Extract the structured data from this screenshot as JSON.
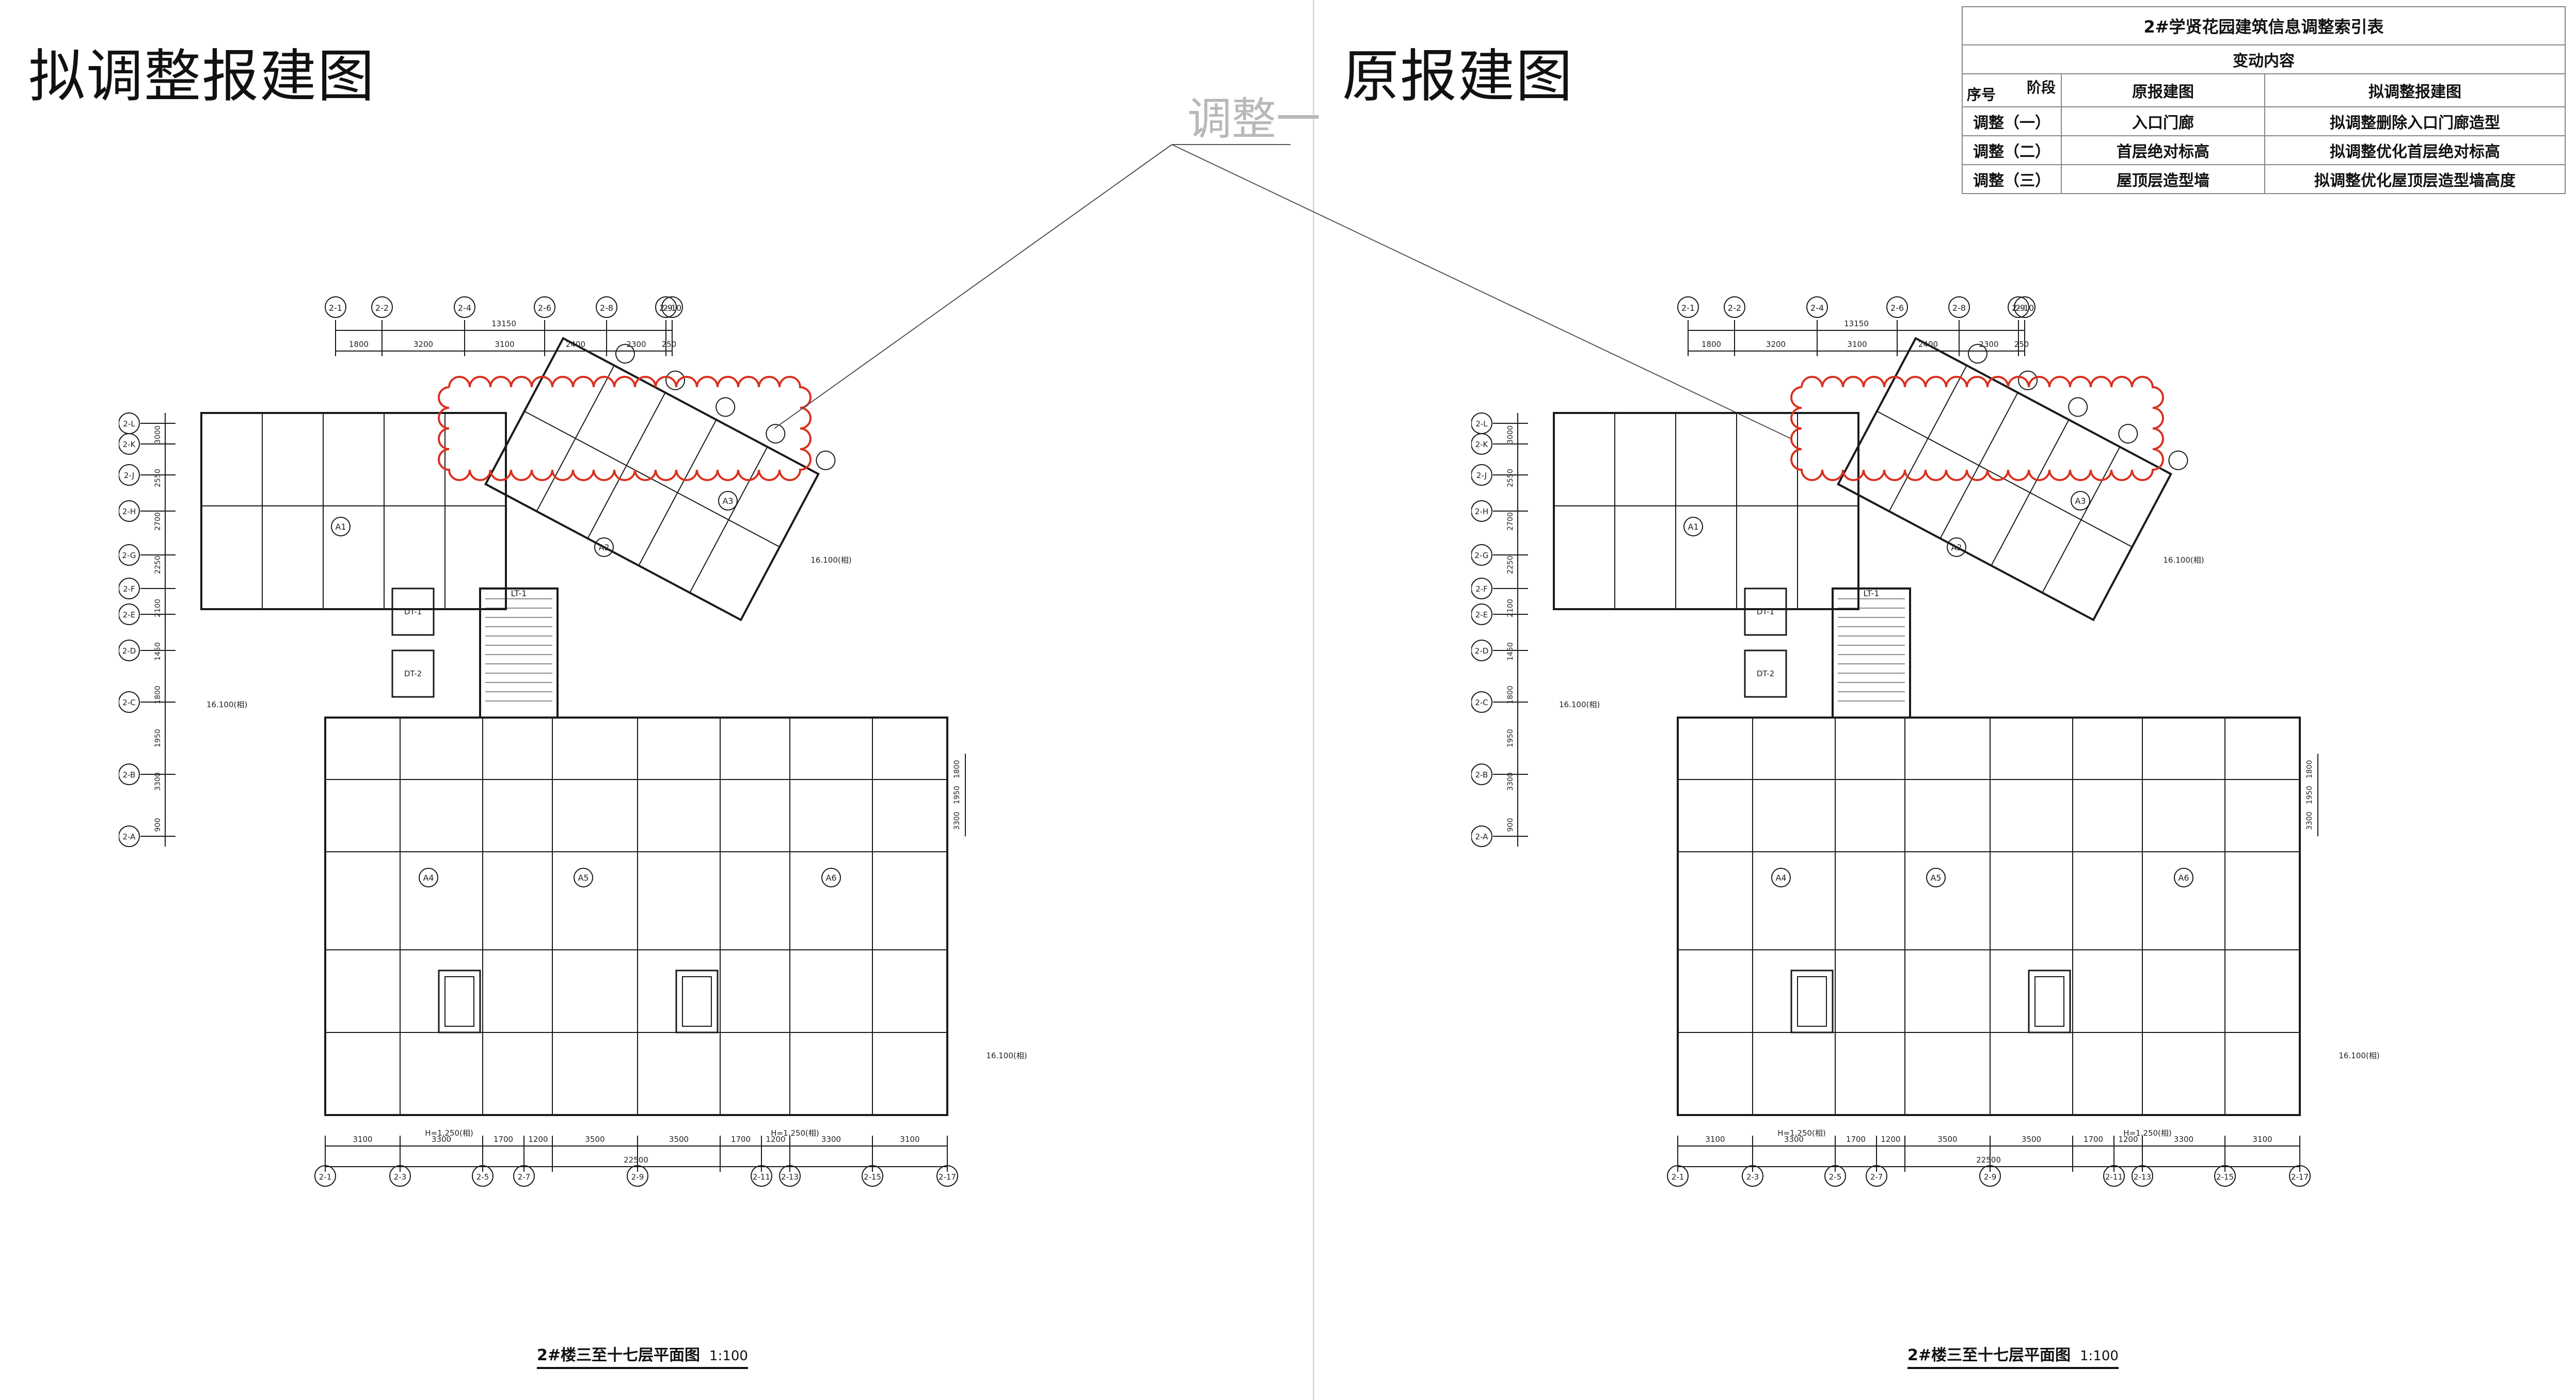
{
  "left_sheet": {
    "title": "拟调整报建图",
    "plan_title": "2#楼三至十七层平面图",
    "plan_scale": "1:100",
    "callout_label": "调整一"
  },
  "right_sheet": {
    "title": "原报建图",
    "plan_title": "2#楼三至十七层平面图",
    "plan_scale": "1:100"
  },
  "index_table": {
    "title": "2#学贤花园建筑信息调整索引表",
    "section": "变动内容",
    "header_phase": "阶段",
    "header_seq": "序号",
    "col_original": "原报建图",
    "col_proposed": "拟调整报建图",
    "rows": [
      {
        "seq": "调整（一）",
        "original": "入口门廊",
        "proposed": "拟调整删除入口门廊造型"
      },
      {
        "seq": "调整（二）",
        "original": "首层绝对标高",
        "proposed": "拟调整优化首层绝对标高"
      },
      {
        "seq": "调整（三）",
        "original": "屋顶层造型墙",
        "proposed": "拟调整优化屋顶层造型墙高度"
      }
    ]
  },
  "plan": {
    "top_dims": [
      "1800",
      "3200",
      "3100",
      "2400",
      "2300",
      "250"
    ],
    "top_total": "13150",
    "bottom_dims": [
      "3100",
      "3300",
      "1700",
      "1200",
      "3500",
      "3500",
      "1700",
      "1200",
      "3300",
      "3100"
    ],
    "bottom_total": "22500",
    "left_dims": [
      "3000",
      "2550",
      "2700",
      "2250",
      "2100",
      "1450",
      "1800",
      "1950",
      "3300",
      "900"
    ],
    "right_dims": [
      "1800",
      "1950",
      "3300"
    ],
    "axis_top": [
      "2-1",
      "2-2",
      "2-4",
      "2-6",
      "2-8",
      "2-9",
      "2-10"
    ],
    "axis_bottom": [
      "2-1",
      "2-3",
      "2-5",
      "2-7",
      "2-9",
      "2-11",
      "2-13",
      "2-15",
      "2-17"
    ],
    "axis_left": [
      "2-L",
      "2-K",
      "2-J",
      "2-H",
      "2-G",
      "2-F",
      "2-E",
      "2-D",
      "2-C",
      "2-B",
      "2-A"
    ],
    "unit_labels": [
      "A1",
      "A2",
      "A3",
      "A4",
      "A5",
      "A6"
    ],
    "stair_labels": [
      "LT-1",
      "DT-1",
      "DT-2"
    ],
    "elevation_note": "16.100(相)",
    "base_elev": "H=1.250(相)"
  },
  "colors": {
    "revision_cloud": "#d9301f",
    "line": "#1a1a1a",
    "dim": "#444444",
    "callout": "#b8b8b8"
  }
}
